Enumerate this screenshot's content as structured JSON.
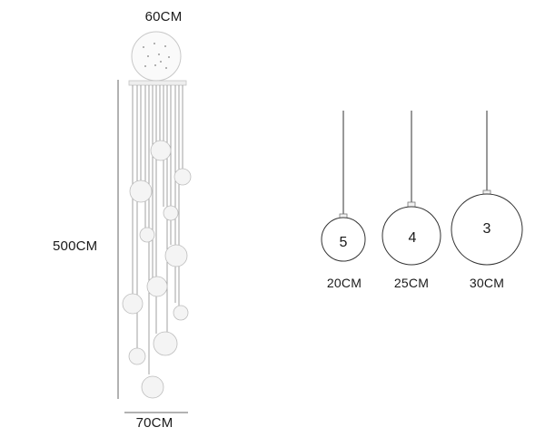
{
  "dimensions": {
    "canopy_diameter": "60CM",
    "total_height": "500CM",
    "bottom_width": "70CM"
  },
  "globes": [
    {
      "count": "5",
      "size": "20CM"
    },
    {
      "count": "4",
      "size": "25CM"
    },
    {
      "count": "3",
      "size": "30CM"
    }
  ],
  "colors": {
    "line": "#333333",
    "globe": "#d9d9d9",
    "ceiling_plate": "#e5e5e5"
  }
}
